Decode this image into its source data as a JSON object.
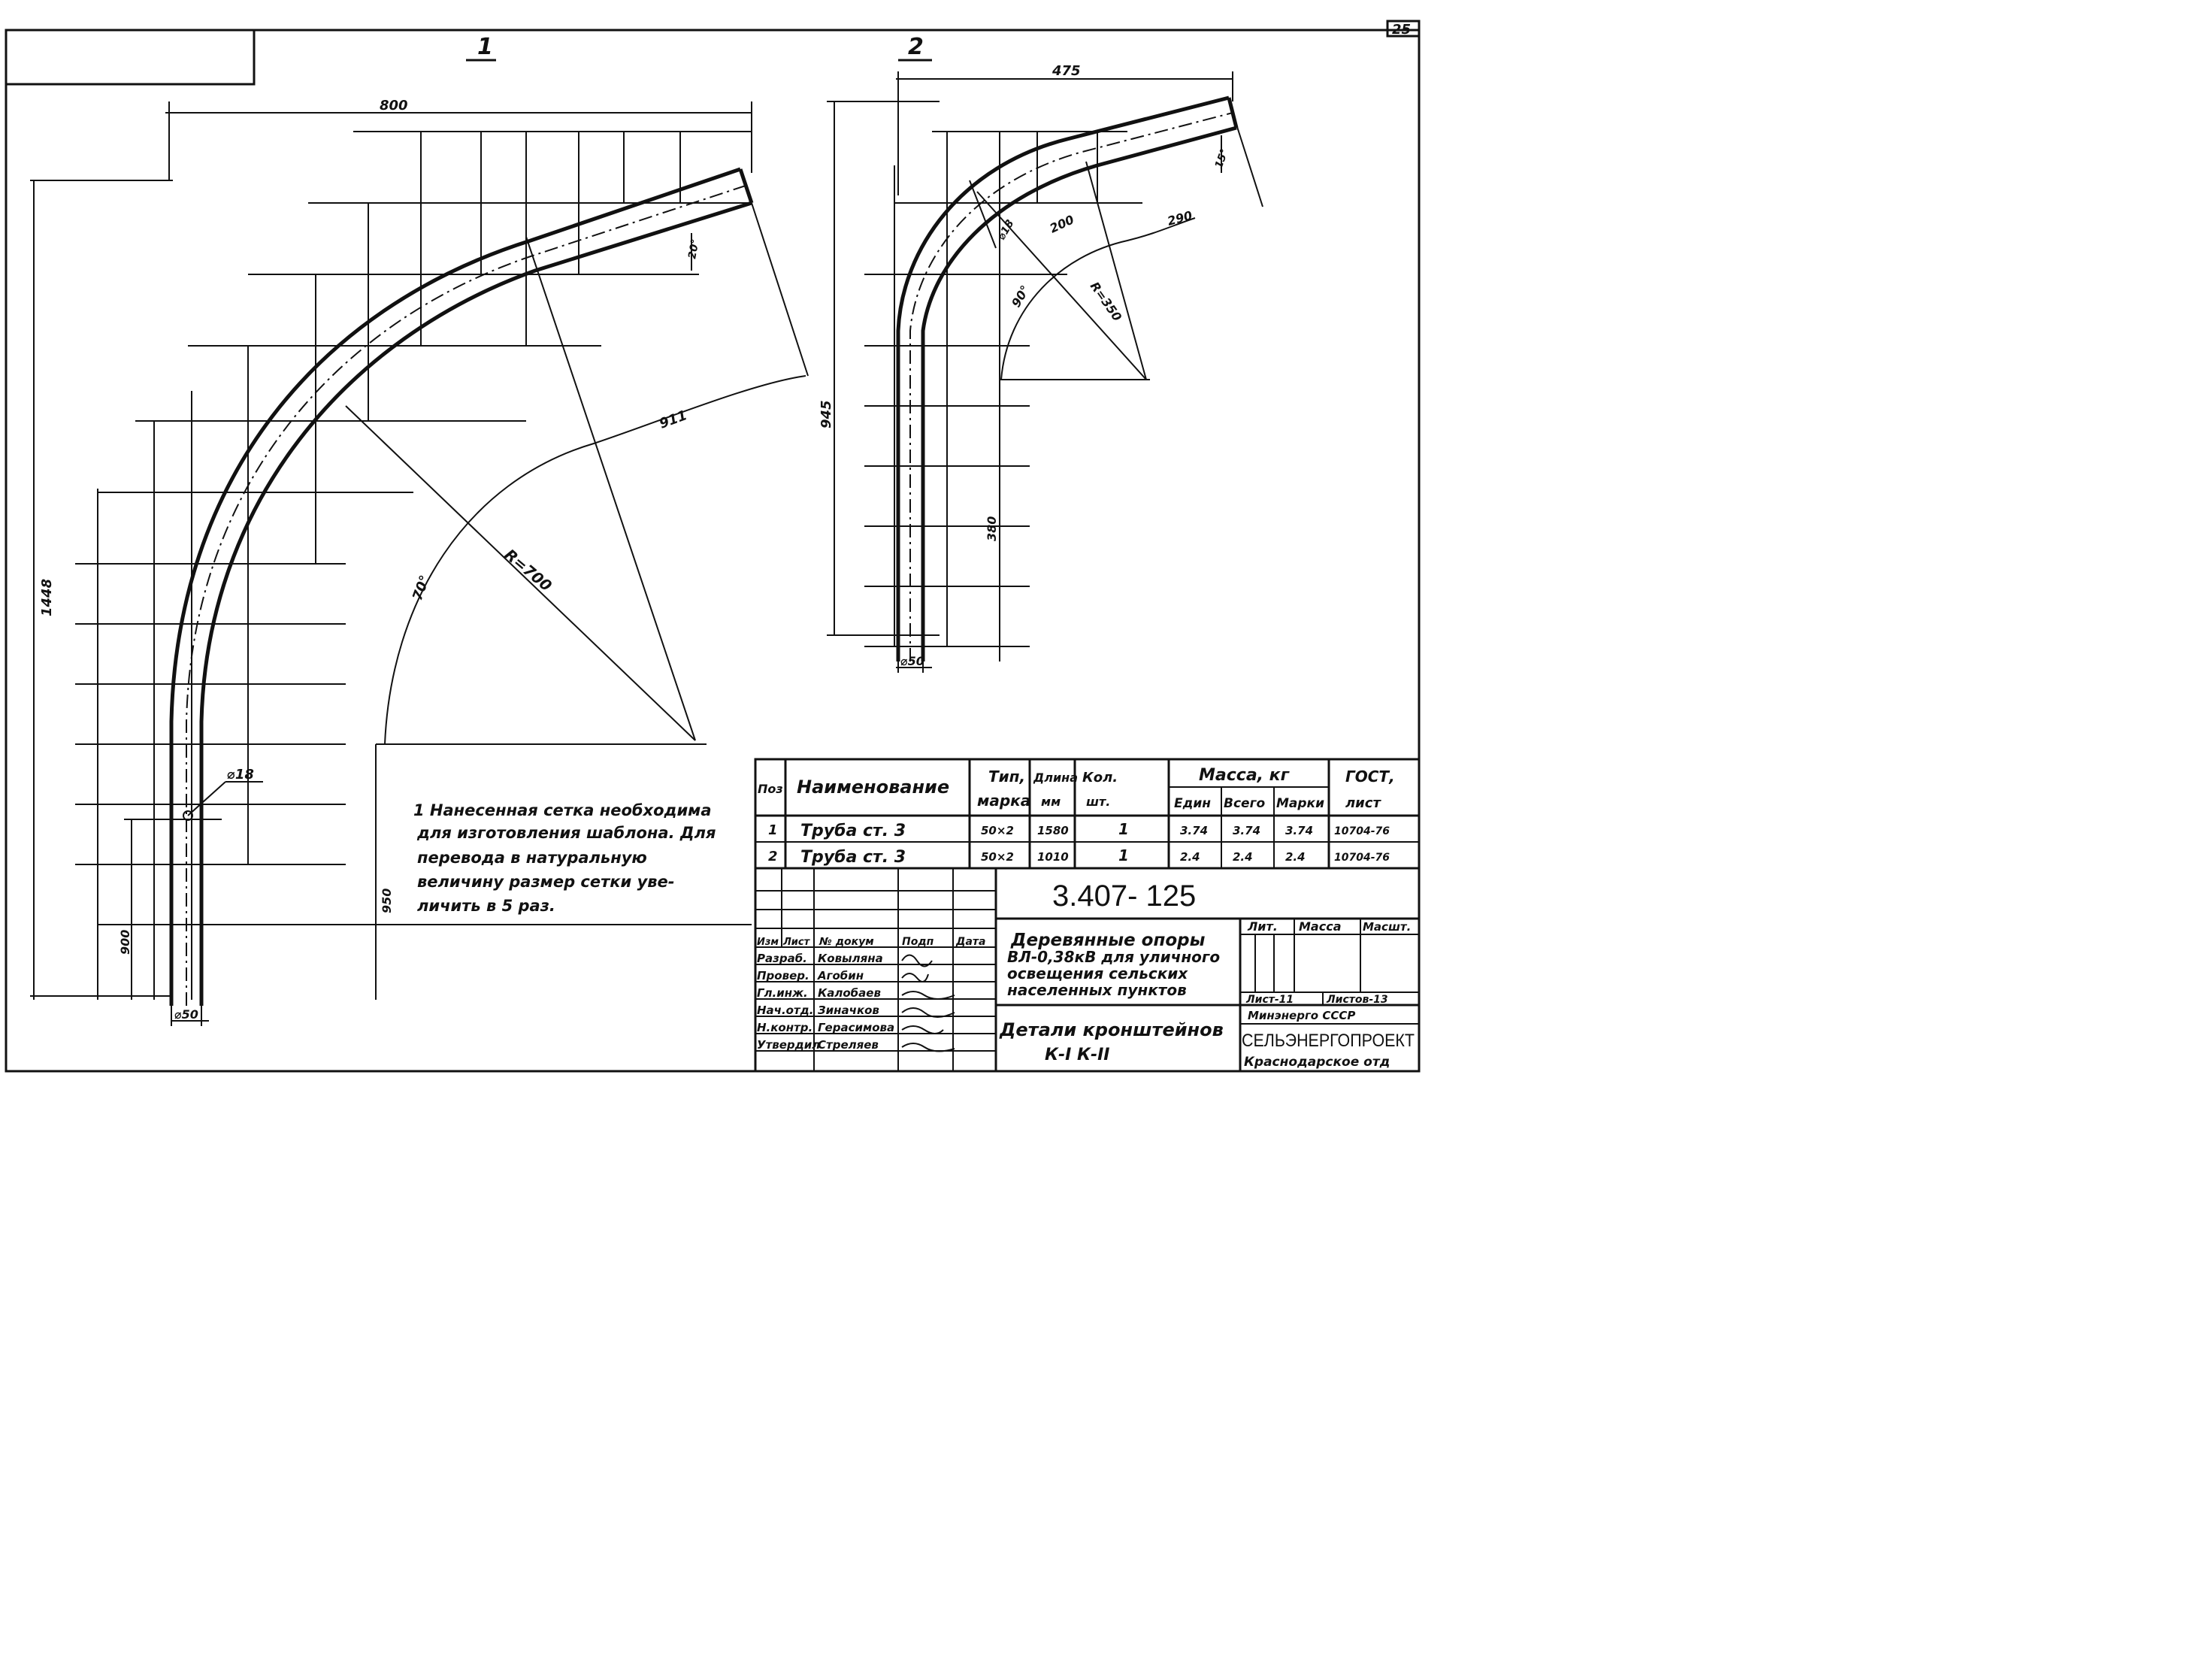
{
  "sheet_number": "25",
  "views": {
    "view1": {
      "label": "1",
      "dims": {
        "width": "800",
        "height": "1448",
        "radius": "R=700",
        "angle": "70°",
        "chord": "911",
        "angle_top": "20°",
        "dia_hole": "⌀18",
        "dia_pipe": "⌀50",
        "h950": "950",
        "h900": "900"
      }
    },
    "view2": {
      "label": "2",
      "dims": {
        "width": "475",
        "height": "945",
        "radius": "R=350",
        "angle": "90°",
        "chord1": "200",
        "chord2": "290",
        "hole": "⌀18",
        "dia_pipe": "⌀50",
        "leg": "380",
        "angle_top": "15°"
      }
    }
  },
  "note": {
    "lines": [
      "1 Нанесенная сетка необходима",
      "для изготовления шаблона. Для",
      "перевода в натуральную",
      "величину размер сетки уве-",
      "личить в 5 раз."
    ]
  },
  "spec_table": {
    "headers": {
      "pos": "Поз",
      "name": "Наименование",
      "type1": "Тип,",
      "type2": "марка",
      "len1": "Длина",
      "len2": "мм",
      "qty1": "Кол.",
      "qty2": "шт.",
      "mass": "Масса, кг",
      "unit": "Един",
      "total": "Всего",
      "brand": "Марки",
      "gost1": "ГОСТ,",
      "gost2": "лист"
    },
    "rows": [
      {
        "pos": "1",
        "name": "Труба ст. 3",
        "type": "50×2",
        "length": "1580",
        "qty": "1",
        "unit": "3.74",
        "total": "3.74",
        "brand": "3.74",
        "gost": "10704-76"
      },
      {
        "pos": "2",
        "name": "Труба ст. 3",
        "type": "50×2",
        "length": "1010",
        "qty": "1",
        "unit": "2.4",
        "total": "2.4",
        "brand": "2.4",
        "gost": "10704-76"
      }
    ]
  },
  "title_block": {
    "code": "3.407- 125",
    "project_title": [
      "Деревянные опоры",
      "ВЛ-0,38кВ для уличного",
      "освещения сельских",
      "населенных пунктов"
    ],
    "drawing_title": [
      "Детали кронштейнов",
      "К-I  К-II"
    ],
    "cols": {
      "izm": "Изм",
      "list": "Лист",
      "doc": "№ докум",
      "sign": "Подп",
      "date": "Дата"
    },
    "people": [
      {
        "role": "Разраб.",
        "name": "Ковыляна"
      },
      {
        "role": "Провер.",
        "name": "Агобин"
      },
      {
        "role": "Гл.инж.",
        "name": "Калобаев"
      },
      {
        "role": "Нач.отд.",
        "name": "Зиначков"
      },
      {
        "role": "Н.контр.",
        "name": "Герасимова"
      },
      {
        "role": "Утвердил",
        "name": "Стреляев"
      }
    ],
    "lit": "Лит.",
    "mass": "Масса",
    "scale": "Масшт.",
    "sheet": "Лист-11",
    "sheets": "Листов-13",
    "org1": "Минэнерго СССР",
    "org2": "СЕЛЬЭНЕРГОПРОЕКТ",
    "org3": "Краснодарское отд"
  }
}
